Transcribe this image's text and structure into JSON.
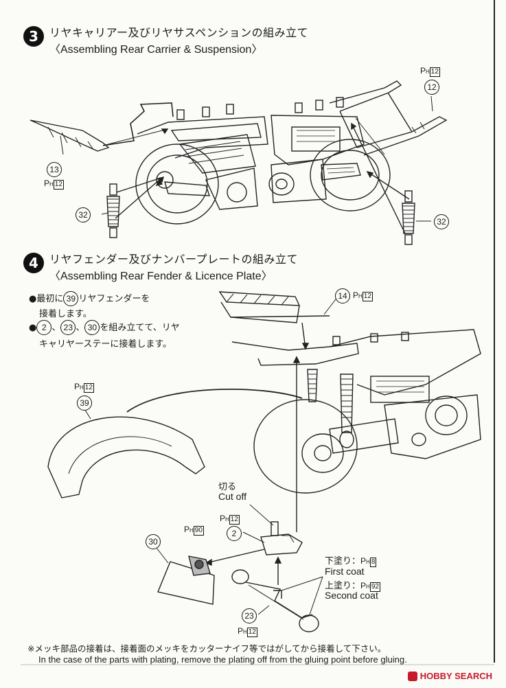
{
  "step3": {
    "number": "3",
    "title_jp": "リヤキャリアー及びリヤサスペンションの組み立て",
    "title_en": "〈Assembling  Rear Carrier & Suspension〉",
    "parts": {
      "p13": "13",
      "p12": "12",
      "p32a": "32",
      "p32b": "32"
    },
    "paint": "12"
  },
  "step4": {
    "number": "4",
    "title_jp": "リヤフェンダー及びナンバープレートの組み立て",
    "title_en": "〈Assembling  Rear Fender & Licence Plate〉",
    "note1_a": "最初に",
    "note1_part": "39",
    "note1_b": "リヤフェンダーを",
    "note1_c": "接着します。",
    "note2_p1": "2",
    "note2_p2": "23",
    "note2_p3": "30",
    "note2_a": "を組み立てて、リヤ",
    "note2_b": "キャリヤーステーに接着します。",
    "parts": {
      "p14": "14",
      "p39": "39",
      "p2": "2",
      "p30": "30",
      "p23": "23"
    },
    "paint": {
      "p14": "12",
      "p39": "12",
      "p2": "12",
      "p30": "90",
      "p23": "12",
      "first": "8",
      "second": "92"
    },
    "cut_jp": "切る",
    "cut_en": "Cut off",
    "first_jp": "下塗り：",
    "first_en": "First coat",
    "second_jp": "上塗り：",
    "second_en": "Second coat"
  },
  "footer": {
    "jp": "※メッキ部品の接着は、接着面のメッキをカッターナイフ等ではがしてから接着して下さい。",
    "en": "In the case of the parts with plating, remove the plating off from the gluing point before gluing."
  },
  "watermark": "HOBBY SEARCH"
}
